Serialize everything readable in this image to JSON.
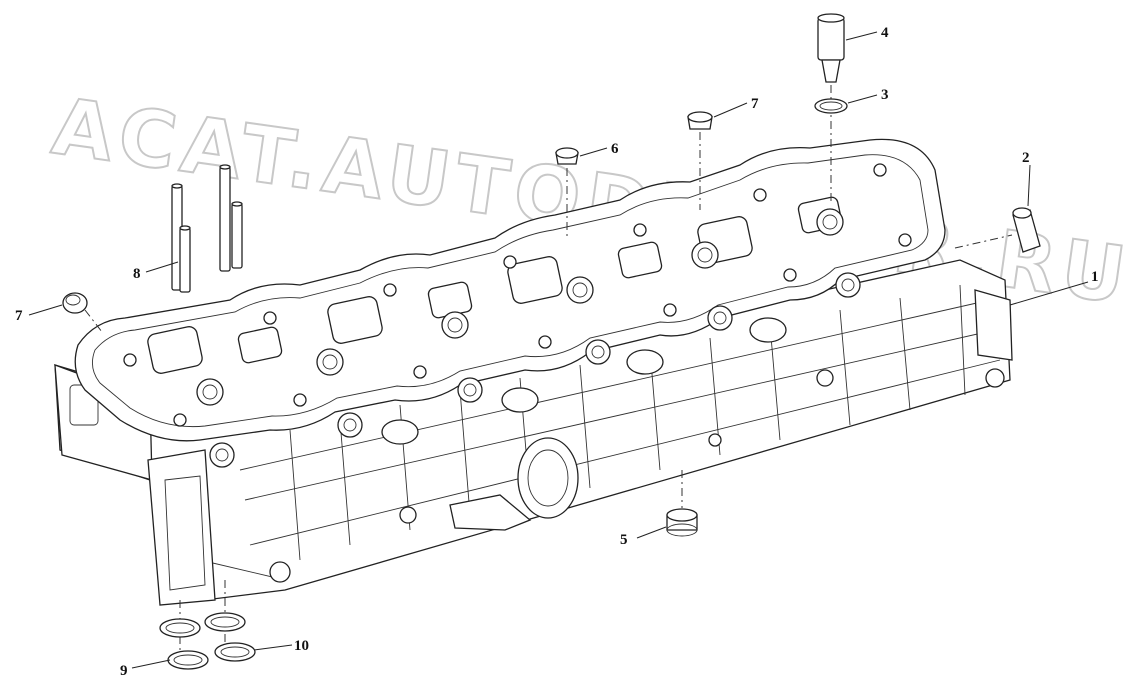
{
  "watermark": {
    "text": "ACAT.AUTODEALER.RU"
  },
  "callouts": [
    {
      "id": "1",
      "label": "1"
    },
    {
      "id": "2",
      "label": "2"
    },
    {
      "id": "3",
      "label": "3"
    },
    {
      "id": "4",
      "label": "4"
    },
    {
      "id": "5",
      "label": "5"
    },
    {
      "id": "6",
      "label": "6"
    },
    {
      "id": "7a",
      "label": "7"
    },
    {
      "id": "7b",
      "label": "7"
    },
    {
      "id": "8",
      "label": "8"
    },
    {
      "id": "9",
      "label": "9"
    },
    {
      "id": "10",
      "label": "10"
    }
  ]
}
